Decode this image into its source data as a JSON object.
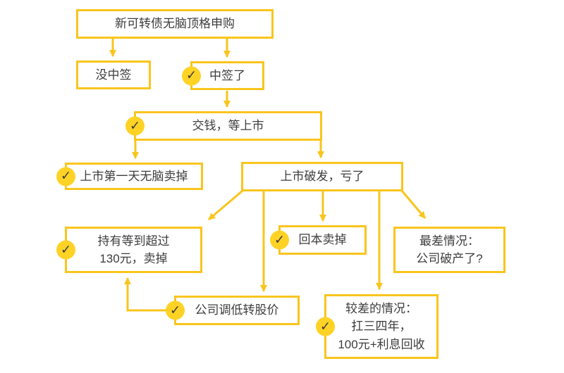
{
  "diagram": {
    "type": "flowchart",
    "nodes": {
      "apply": {
        "label": "新可转债无脑顶格申购",
        "checked": false
      },
      "no_win": {
        "label": "没中签",
        "checked": false
      },
      "win": {
        "label": "中签了",
        "checked": true
      },
      "pay": {
        "label": "交钱，等上市",
        "checked": true
      },
      "sell_day1": {
        "label": "上市第一天无脑卖掉",
        "checked": true
      },
      "broke": {
        "label": "上市破发，亏了",
        "checked": false
      },
      "hold_130": {
        "lines": [
          "持有等到超过",
          "130元，卖掉"
        ],
        "checked": true
      },
      "breakeven": {
        "label": "回本卖掉",
        "checked": true
      },
      "worst": {
        "lines": [
          "最差情况：",
          "公司破产了?"
        ],
        "checked": false
      },
      "lower_conv": {
        "label": "公司调低转股价",
        "checked": true
      },
      "bad_case": {
        "lines": [
          "较差的情况：",
          "扛三四年，",
          "100元+利息回收"
        ],
        "checked": true
      }
    },
    "edges": [
      {
        "from": "apply",
        "to": "no_win"
      },
      {
        "from": "apply",
        "to": "win"
      },
      {
        "from": "win",
        "to": "pay"
      },
      {
        "from": "pay",
        "to": "sell_day1"
      },
      {
        "from": "pay",
        "to": "broke"
      },
      {
        "from": "broke",
        "to": "hold_130"
      },
      {
        "from": "broke",
        "to": "lower_conv"
      },
      {
        "from": "broke",
        "to": "breakeven"
      },
      {
        "from": "broke",
        "to": "bad_case"
      },
      {
        "from": "broke",
        "to": "worst"
      },
      {
        "from": "lower_conv",
        "to": "hold_130"
      }
    ]
  },
  "icons": {
    "check": "✓"
  },
  "colors": {
    "box_border": "#F9C51D",
    "arrow": "#F9C51D",
    "check_circle": "#FFD226",
    "check_mark": "#3B3B3B",
    "text": "#3D3D3D",
    "background": "#FFFFFF"
  }
}
